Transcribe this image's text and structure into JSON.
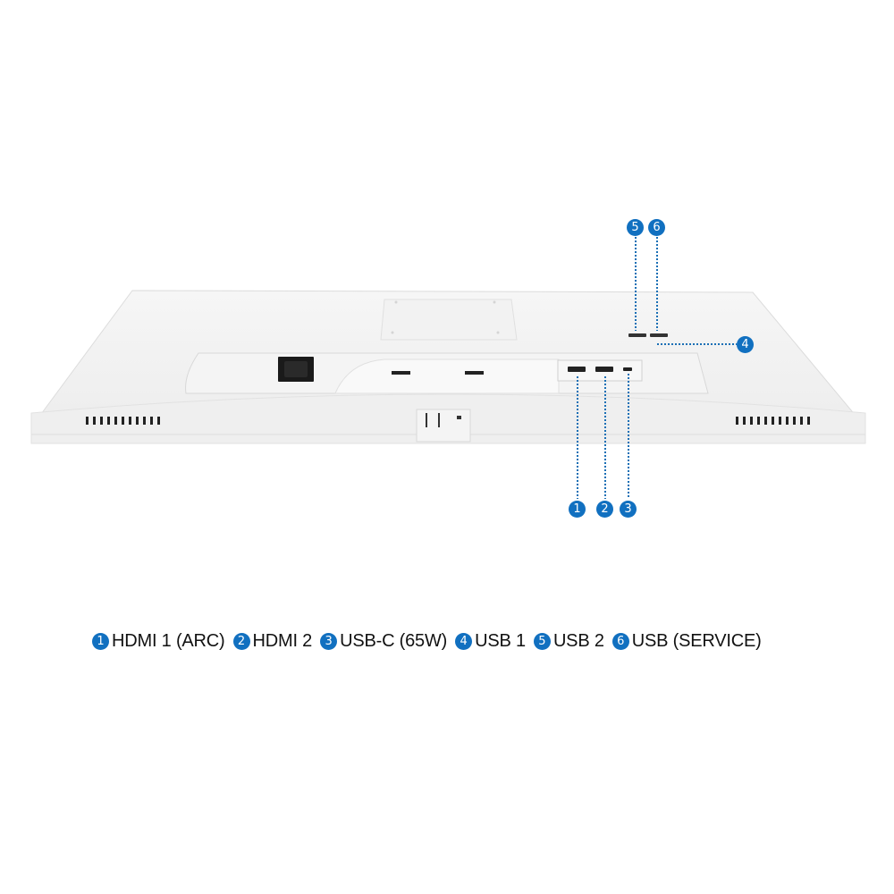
{
  "diagram": {
    "subject": "Monitor rear view with port callouts",
    "accent_color": "#1170c0",
    "callouts": [
      {
        "number": "1",
        "label": "HDMI 1 (ARC)"
      },
      {
        "number": "2",
        "label": "HDMI 2"
      },
      {
        "number": "3",
        "label": "USB-C (65W)"
      },
      {
        "number": "4",
        "label": "USB 1"
      },
      {
        "number": "5",
        "label": "USB 2"
      },
      {
        "number": "6",
        "label": "USB (SERVICE)"
      }
    ]
  },
  "legend": {
    "items": [
      {
        "number": "1",
        "label": "HDMI 1 (ARC)"
      },
      {
        "number": "2",
        "label": "HDMI 2"
      },
      {
        "number": "3",
        "label": "USB-C (65W)"
      },
      {
        "number": "4",
        "label": "USB 1"
      },
      {
        "number": "5",
        "label": "USB 2"
      },
      {
        "number": "6",
        "label": "USB (SERVICE)"
      }
    ]
  }
}
